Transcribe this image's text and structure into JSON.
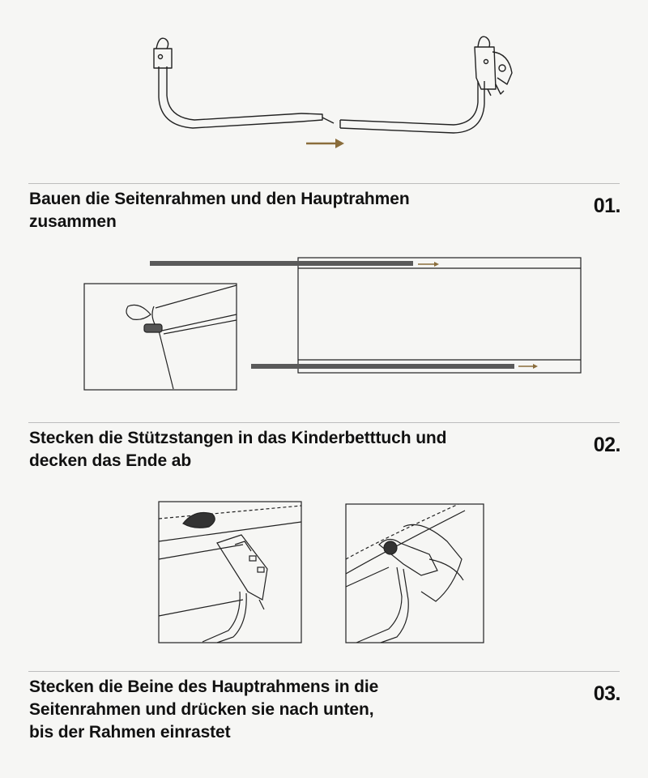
{
  "colors": {
    "background": "#f6f6f4",
    "line": "#222222",
    "rod": "#5a5a5a",
    "arrow": "#8a6d3b",
    "rule": "#bdbdbd"
  },
  "steps": [
    {
      "number": "01.",
      "lines": [
        "Bauen die Seitenrahmen und den Hauptrahmen",
        "zusammen"
      ]
    },
    {
      "number": "02.",
      "lines": [
        "Stecken die Stützstangen in das Kinderbetttuch und",
        "decken das Ende ab"
      ]
    },
    {
      "number": "03.",
      "lines": [
        "Stecken die Beine des Hauptrahmens in die",
        "Seitenrahmen und drücken sie nach unten,",
        "bis der Rahmen einrastet"
      ]
    }
  ],
  "icons": [
    "frame-assembly-illustration",
    "support-rod-illustration",
    "frame-lock-illustration"
  ]
}
